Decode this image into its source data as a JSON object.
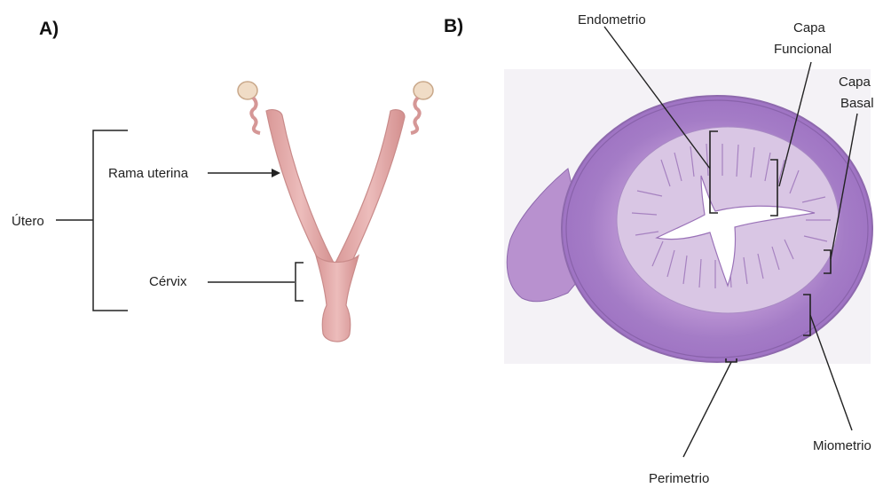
{
  "panel_a": {
    "label": "A)",
    "uterus_label": "Útero",
    "horn_label": "Rama uterina",
    "cervix_label": "Cérvix"
  },
  "panel_b": {
    "label": "B)",
    "endometrium_label": "Endometrio",
    "functional_layer_line1": "Capa",
    "functional_layer_line2": "Funcional",
    "basal_layer_line1": "Capa",
    "basal_layer_line2": "Basal",
    "myometrium_label": "Miometrio",
    "perimetrium_label": "Perimetrio"
  },
  "colors": {
    "uterus_fill": "#e2a9a8",
    "uterus_outline": "#c98b8a",
    "ovary": "#f0dcc6",
    "tissue_outer": "#a779c8",
    "tissue_inner": "#c9a6dc",
    "endometrium": "#d7c2e2",
    "lumen": "#ffffff",
    "line": "#222222"
  }
}
